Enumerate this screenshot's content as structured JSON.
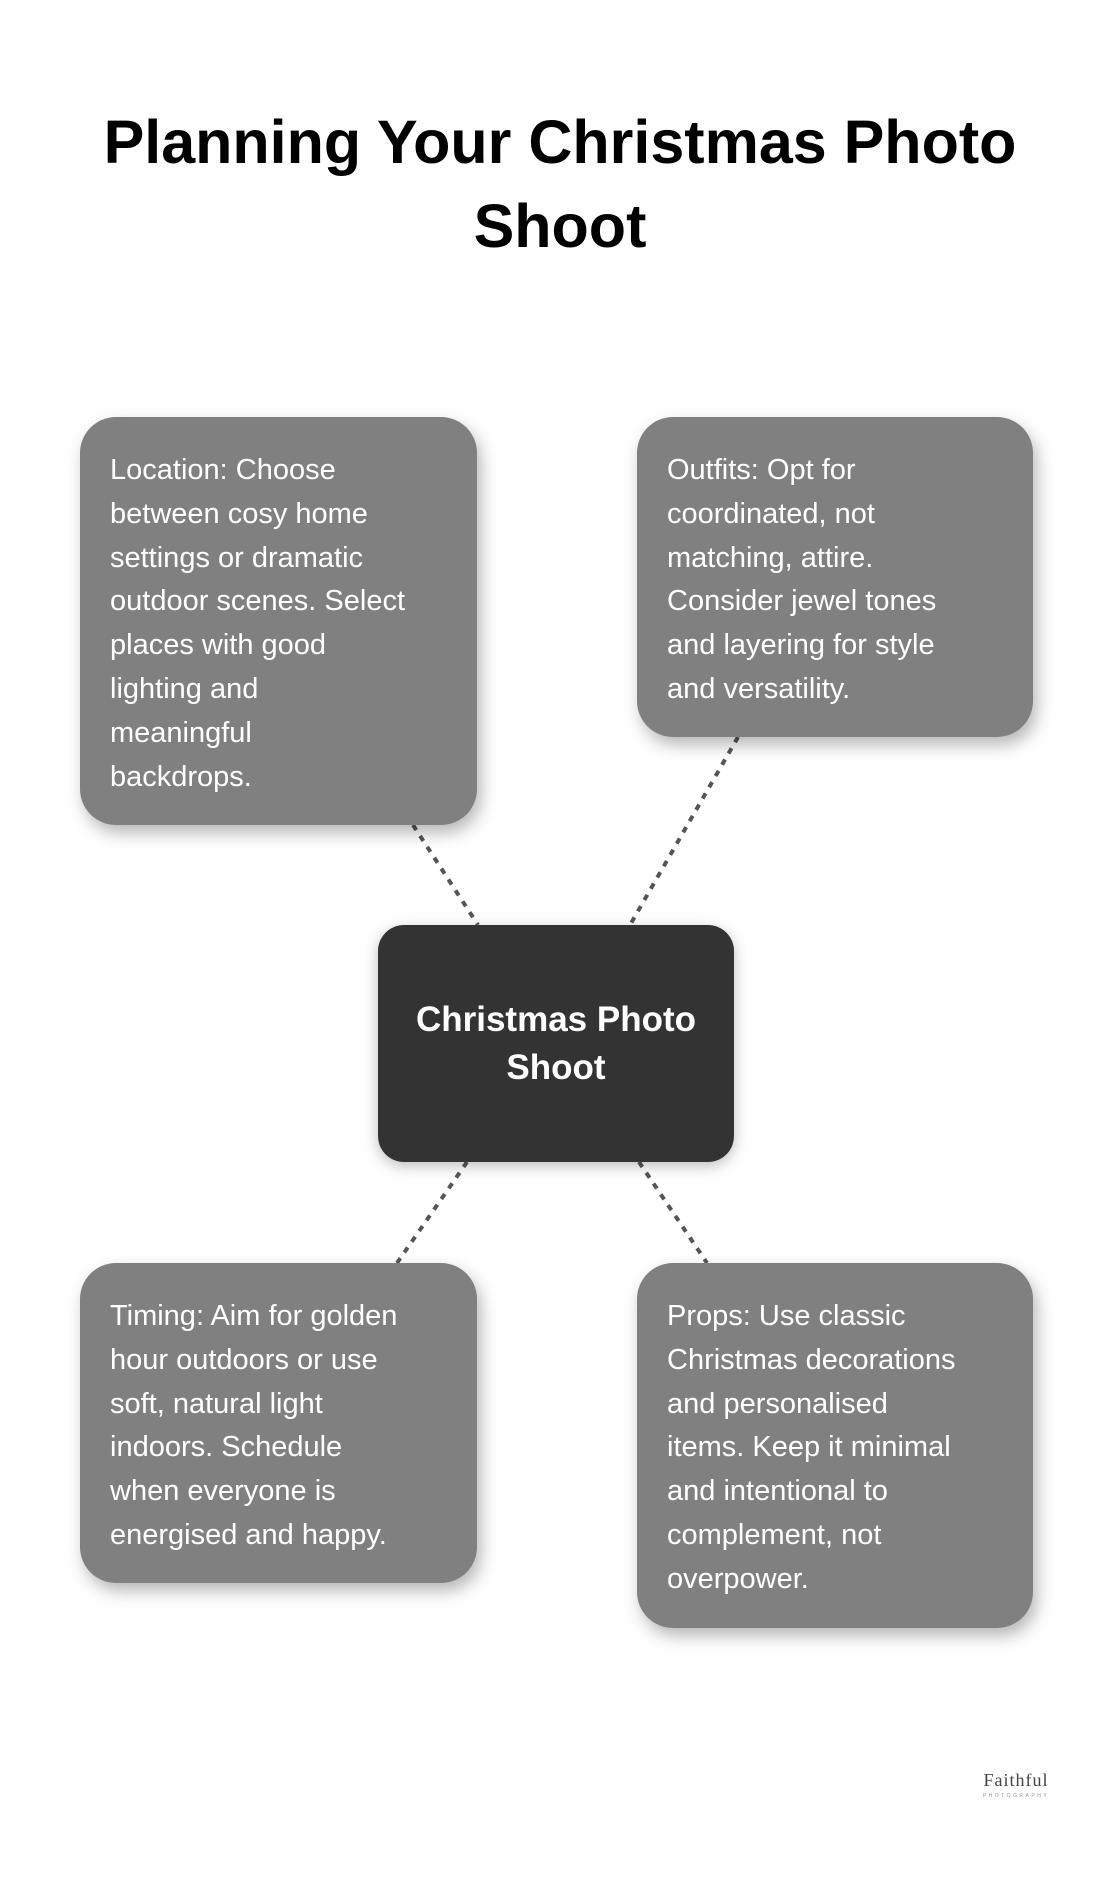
{
  "title": {
    "lines": [
      "Planning Your Christmas Photo",
      "Shoot"
    ]
  },
  "center": {
    "lines": [
      "Christmas Photo",
      "Shoot"
    ]
  },
  "nodes": [
    {
      "id": "location",
      "lines": [
        "Location: Choose",
        "between cosy home",
        "settings or dramatic",
        "outdoor scenes. Select",
        "places with good",
        "lighting and",
        "meaningful",
        "backdrops."
      ]
    },
    {
      "id": "outfits",
      "lines": [
        "Outfits: Opt for",
        "coordinated, not",
        "matching, attire.",
        "Consider jewel tones",
        "and layering for style",
        "and versatility."
      ]
    },
    {
      "id": "timing",
      "lines": [
        "Timing: Aim for golden",
        "hour outdoors or use",
        "soft, natural light",
        "indoors. Schedule",
        "when everyone is",
        "energised and happy."
      ]
    },
    {
      "id": "props",
      "lines": [
        "Props: Use classic",
        "Christmas decorations",
        "and personalised",
        "items. Keep it minimal",
        "and intentional to",
        "complement, not",
        "overpower."
      ]
    }
  ],
  "logo": {
    "name": "Faithful",
    "sub": "PHOTOGRAPHY"
  },
  "colors": {
    "node": "#808080",
    "center": "#333333",
    "connector": "#555555",
    "text": "#ffffff"
  }
}
